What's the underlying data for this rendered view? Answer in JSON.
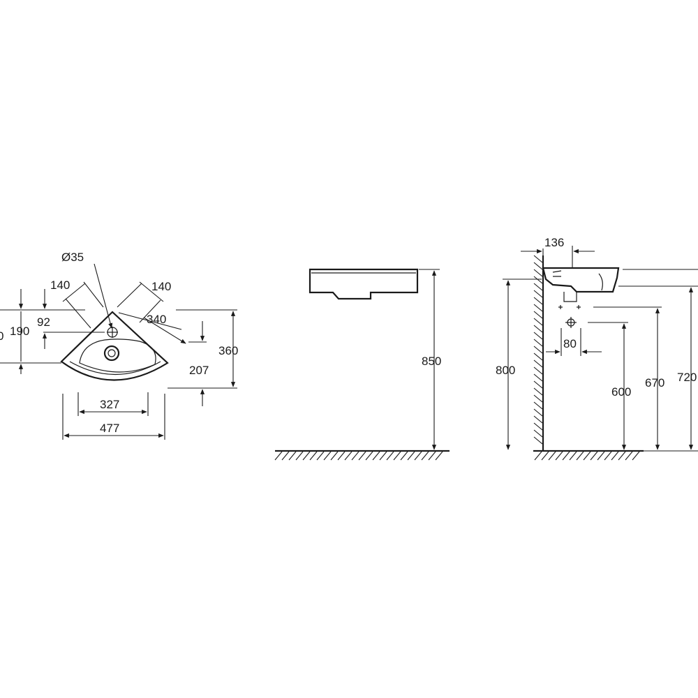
{
  "plan_view": {
    "hole_diameter": "Ø35",
    "offset_left": "140",
    "offset_right": "140",
    "height_190": "190",
    "cut_left": "0",
    "height_92": "92",
    "side_length": "340",
    "depth_360": "360",
    "depth_207": "207",
    "bowl_width": "327",
    "overall_width": "477"
  },
  "front_view": {
    "rim_height": "850"
  },
  "side_view": {
    "projection": "136",
    "waste_spacing": "80",
    "height_800": "800",
    "height_600": "600",
    "height_670": "670",
    "height_720": "720"
  }
}
